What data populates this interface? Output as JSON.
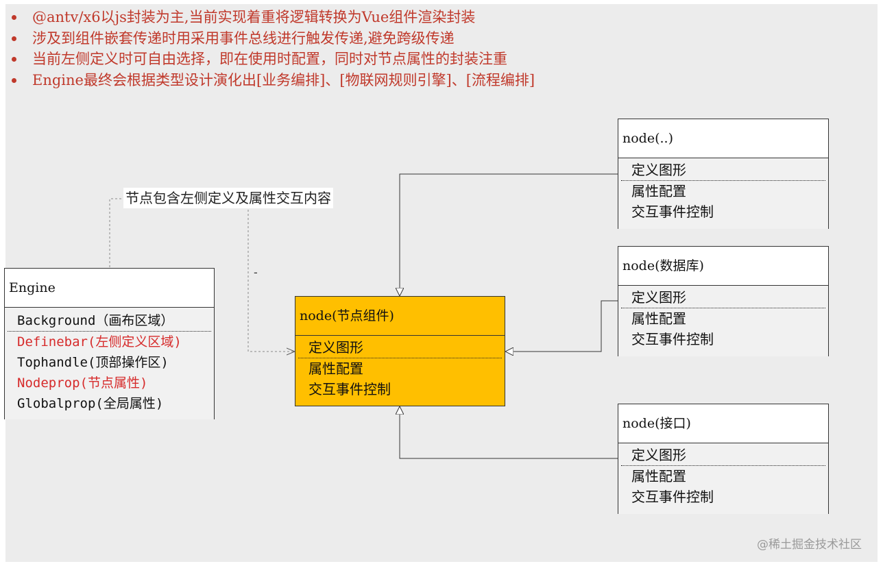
{
  "bullets": [
    "@antv/x6以js封装为主,当前实现着重将逻辑转换为Vue组件渲染封装",
    "涉及到组件嵌套传递时用采用事件总线进行触发传递,避免跨级传递",
    "当前左侧定义时可自由选择，即在使用时配置，同时对节点属性的封装注重",
    "Engine最终会根据类型设计演化出[业务编排]、[物联网规则引擎]、[流程编排]"
  ],
  "note": "节点包含左侧定义及属性交互内容",
  "dash_mark": "-",
  "engine": {
    "title": "Engine",
    "rows": [
      "Background（画布区域）",
      "Definebar(左侧定义区域)",
      "Tophandle(顶部操作区)",
      "Nodeprop(节点属性)",
      "Globalprop(全局属性)"
    ],
    "accent_color": "#d62b2b"
  },
  "center_node": {
    "title": "node(节点组件)",
    "row1": "定义图形",
    "row2": "属性配置",
    "row3": "交互事件控制",
    "fill_color": "#ffbf00"
  },
  "node_generic": {
    "title": "node(..)",
    "row1": "定义图形",
    "row2": "属性配置",
    "row3": "交互事件控制"
  },
  "node_database": {
    "title": "node(数据库)",
    "row1": "定义图形",
    "row2": "属性配置",
    "row3": "交互事件控制"
  },
  "node_interface": {
    "title": "node(接口)",
    "row1": "定义图形",
    "row2": "属性配置",
    "row3": "交互事件控制"
  },
  "watermark": "@稀土掘金技术社区"
}
